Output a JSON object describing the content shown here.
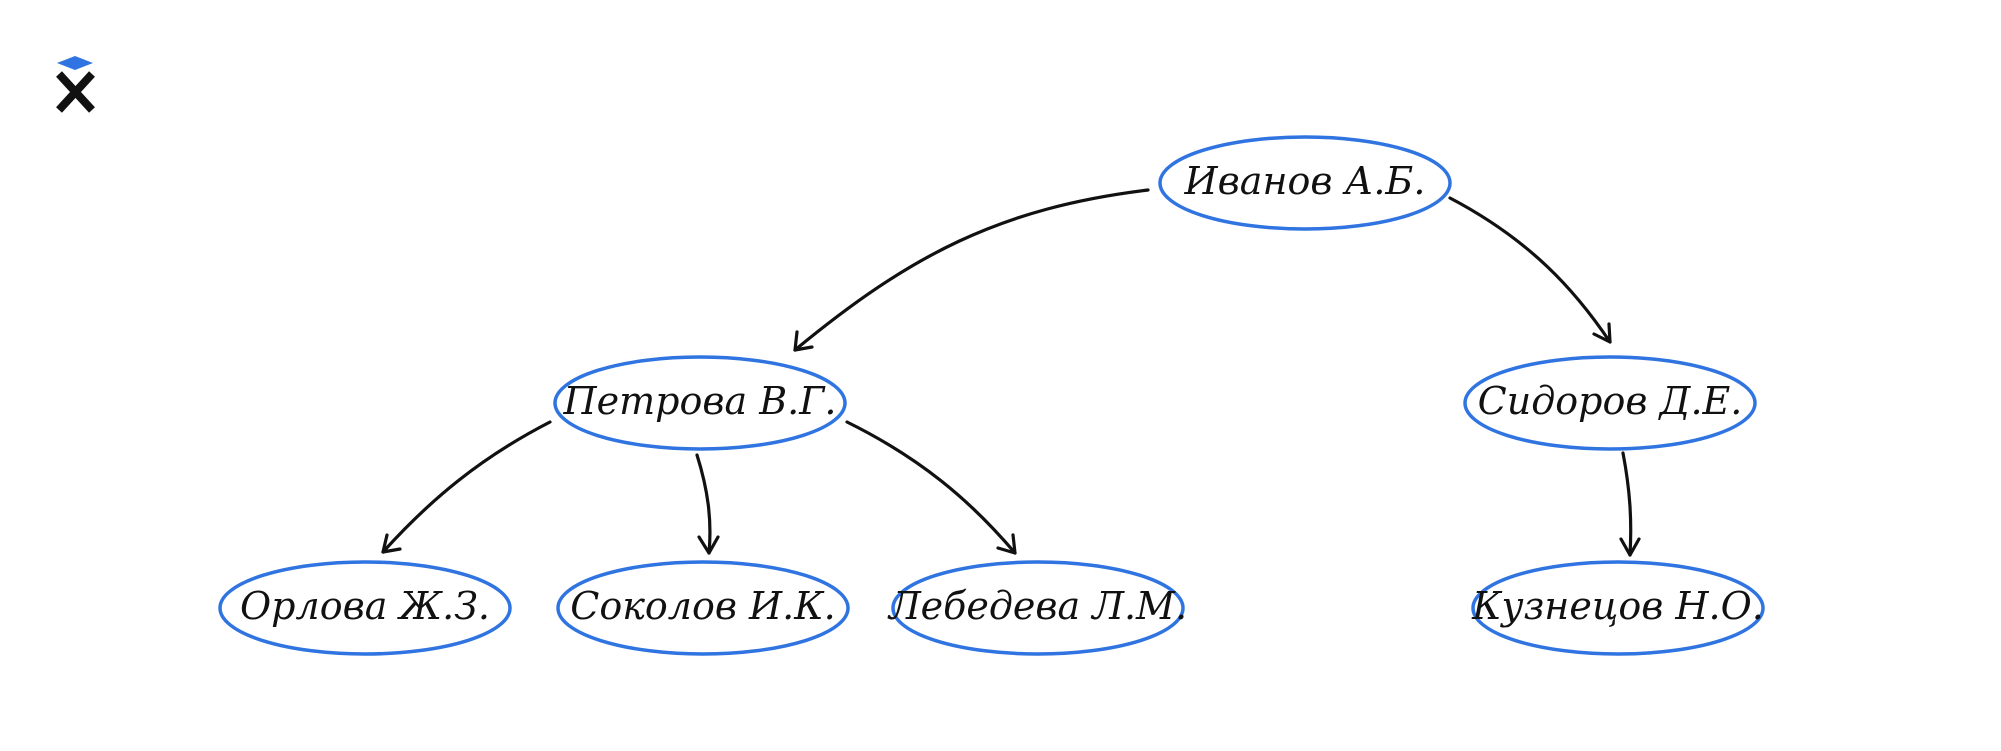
{
  "colors": {
    "node_border": "#2f74e0",
    "edge": "#111111",
    "logo_accent": "#2f74e0",
    "logo_mark": "#111111"
  },
  "logo": {
    "icon": "x-logo-icon"
  },
  "nodes": [
    {
      "id": "ivanov",
      "label": "Иванов А.Б."
    },
    {
      "id": "petrova",
      "label": "Петрова В.Г."
    },
    {
      "id": "sidorov",
      "label": "Сидоров Д.Е."
    },
    {
      "id": "orlova",
      "label": "Орлова Ж.З."
    },
    {
      "id": "sokolov",
      "label": "Соколов И.К."
    },
    {
      "id": "lebedeva",
      "label": "Лебедева Л.М."
    },
    {
      "id": "kuznetsov",
      "label": "Кузнецов Н.О."
    }
  ],
  "edges": [
    {
      "from": "ivanov",
      "to": "petrova"
    },
    {
      "from": "ivanov",
      "to": "sidorov"
    },
    {
      "from": "petrova",
      "to": "orlova"
    },
    {
      "from": "petrova",
      "to": "sokolov"
    },
    {
      "from": "petrova",
      "to": "lebedeva"
    },
    {
      "from": "sidorov",
      "to": "kuznetsov"
    }
  ]
}
